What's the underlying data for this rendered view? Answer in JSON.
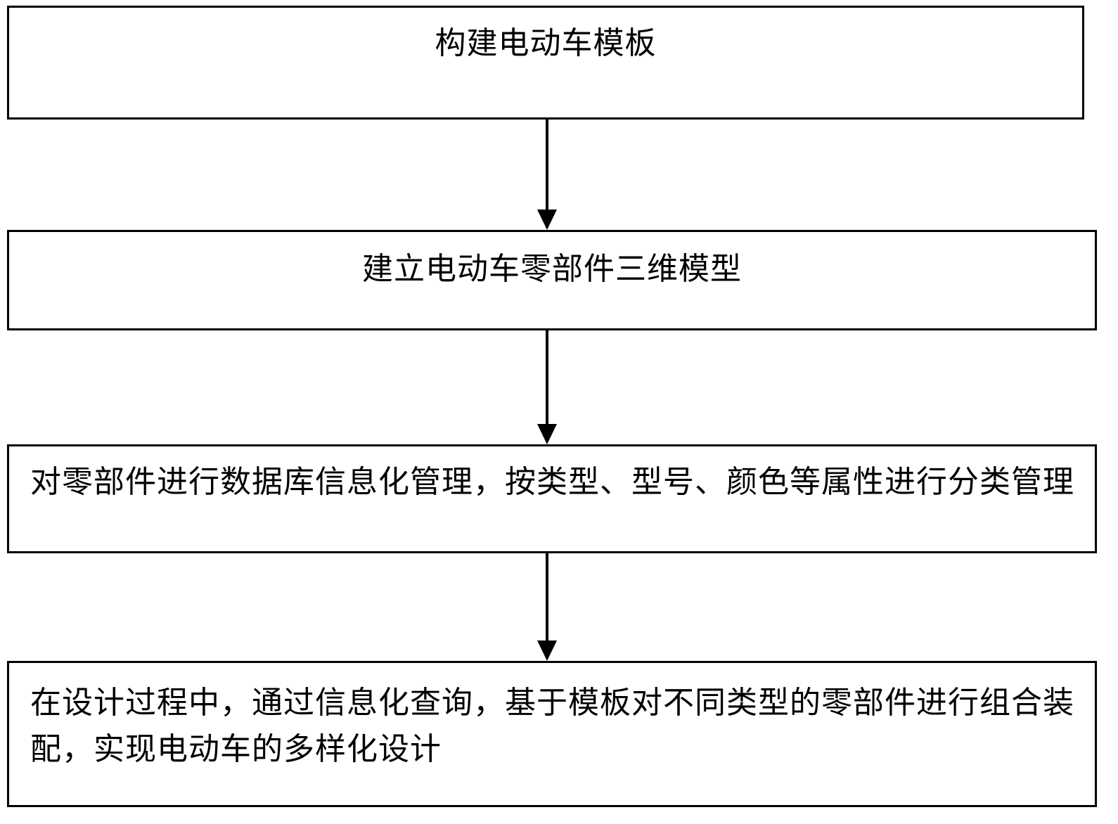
{
  "steps": [
    {
      "text": "构建电动车模板"
    },
    {
      "text": "建立电动车零部件三维模型"
    },
    {
      "text": "对零部件进行数据库信息化管理，按类型、型号、颜色等属性进行分类管理"
    },
    {
      "text": "在设计过程中，通过信息化查询，基于模板对不同类型的零部件进行组合装配，实现电动车的多样化设计"
    }
  ],
  "colors": {
    "stroke": "#000000",
    "background": "#ffffff"
  }
}
